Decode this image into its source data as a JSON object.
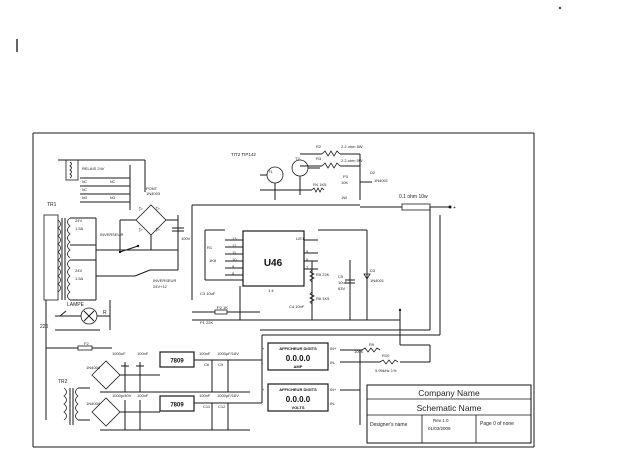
{
  "labels": {
    "tr1": "TR1",
    "relais": "RELAIS 24V",
    "pont": "PONT\n1N4003",
    "pont_diodes": "1N4003",
    "inverseur": "INVERSEUR\n24V+12",
    "tr2": "TR2",
    "lampe": "LAMPE",
    "mains": "220",
    "fuse": "F2",
    "u46": "U46",
    "top_note": "TIT2 TIP142",
    "r2": "R2",
    "r2_val": "2.2 ohm 5W",
    "r3": "R3",
    "r3_val": "2.2 ohm 5W",
    "t1": "T1",
    "t2": "T2",
    "r4": "R4 1K5",
    "d2": "D2",
    "d2_val": "1N4001",
    "p3": "P3",
    "shunt": "0.1 ohm 10w",
    "c3": "C3 10uF",
    "p2": "P2 1K",
    "pot": "P1 22K",
    "r5": "R5 22K",
    "r6": "R6 1K5",
    "c4": "C4 10nF",
    "c5": "C5 10uF 63V",
    "d3": "D3 1N4001",
    "v100": "100V",
    "afficheur_amp": "AFFICHEUR DIGITS",
    "afficheur_volts": "AFFICHEUR DIGITS",
    "digits": "0.0.0.0",
    "amp": "AMP",
    "volts": "VOLTS",
    "reg1": "7809",
    "reg2": "7809",
    "r9": "R9",
    "r10": "R10",
    "pot_r8": "9.99kHz 1%",
    "c_1000": "1000uF",
    "c_100": "100nF",
    "c_1000_16": "1000µF/16V",
    "b1": "1N4004",
    "b2": "1N4004"
  },
  "title_block": {
    "company": "Company Name",
    "schematic": "Schematic Name",
    "designer_label": "Designer's name",
    "rev": "Rev 1.0",
    "date": "01/03/2009",
    "page": "Page 0 of none"
  }
}
